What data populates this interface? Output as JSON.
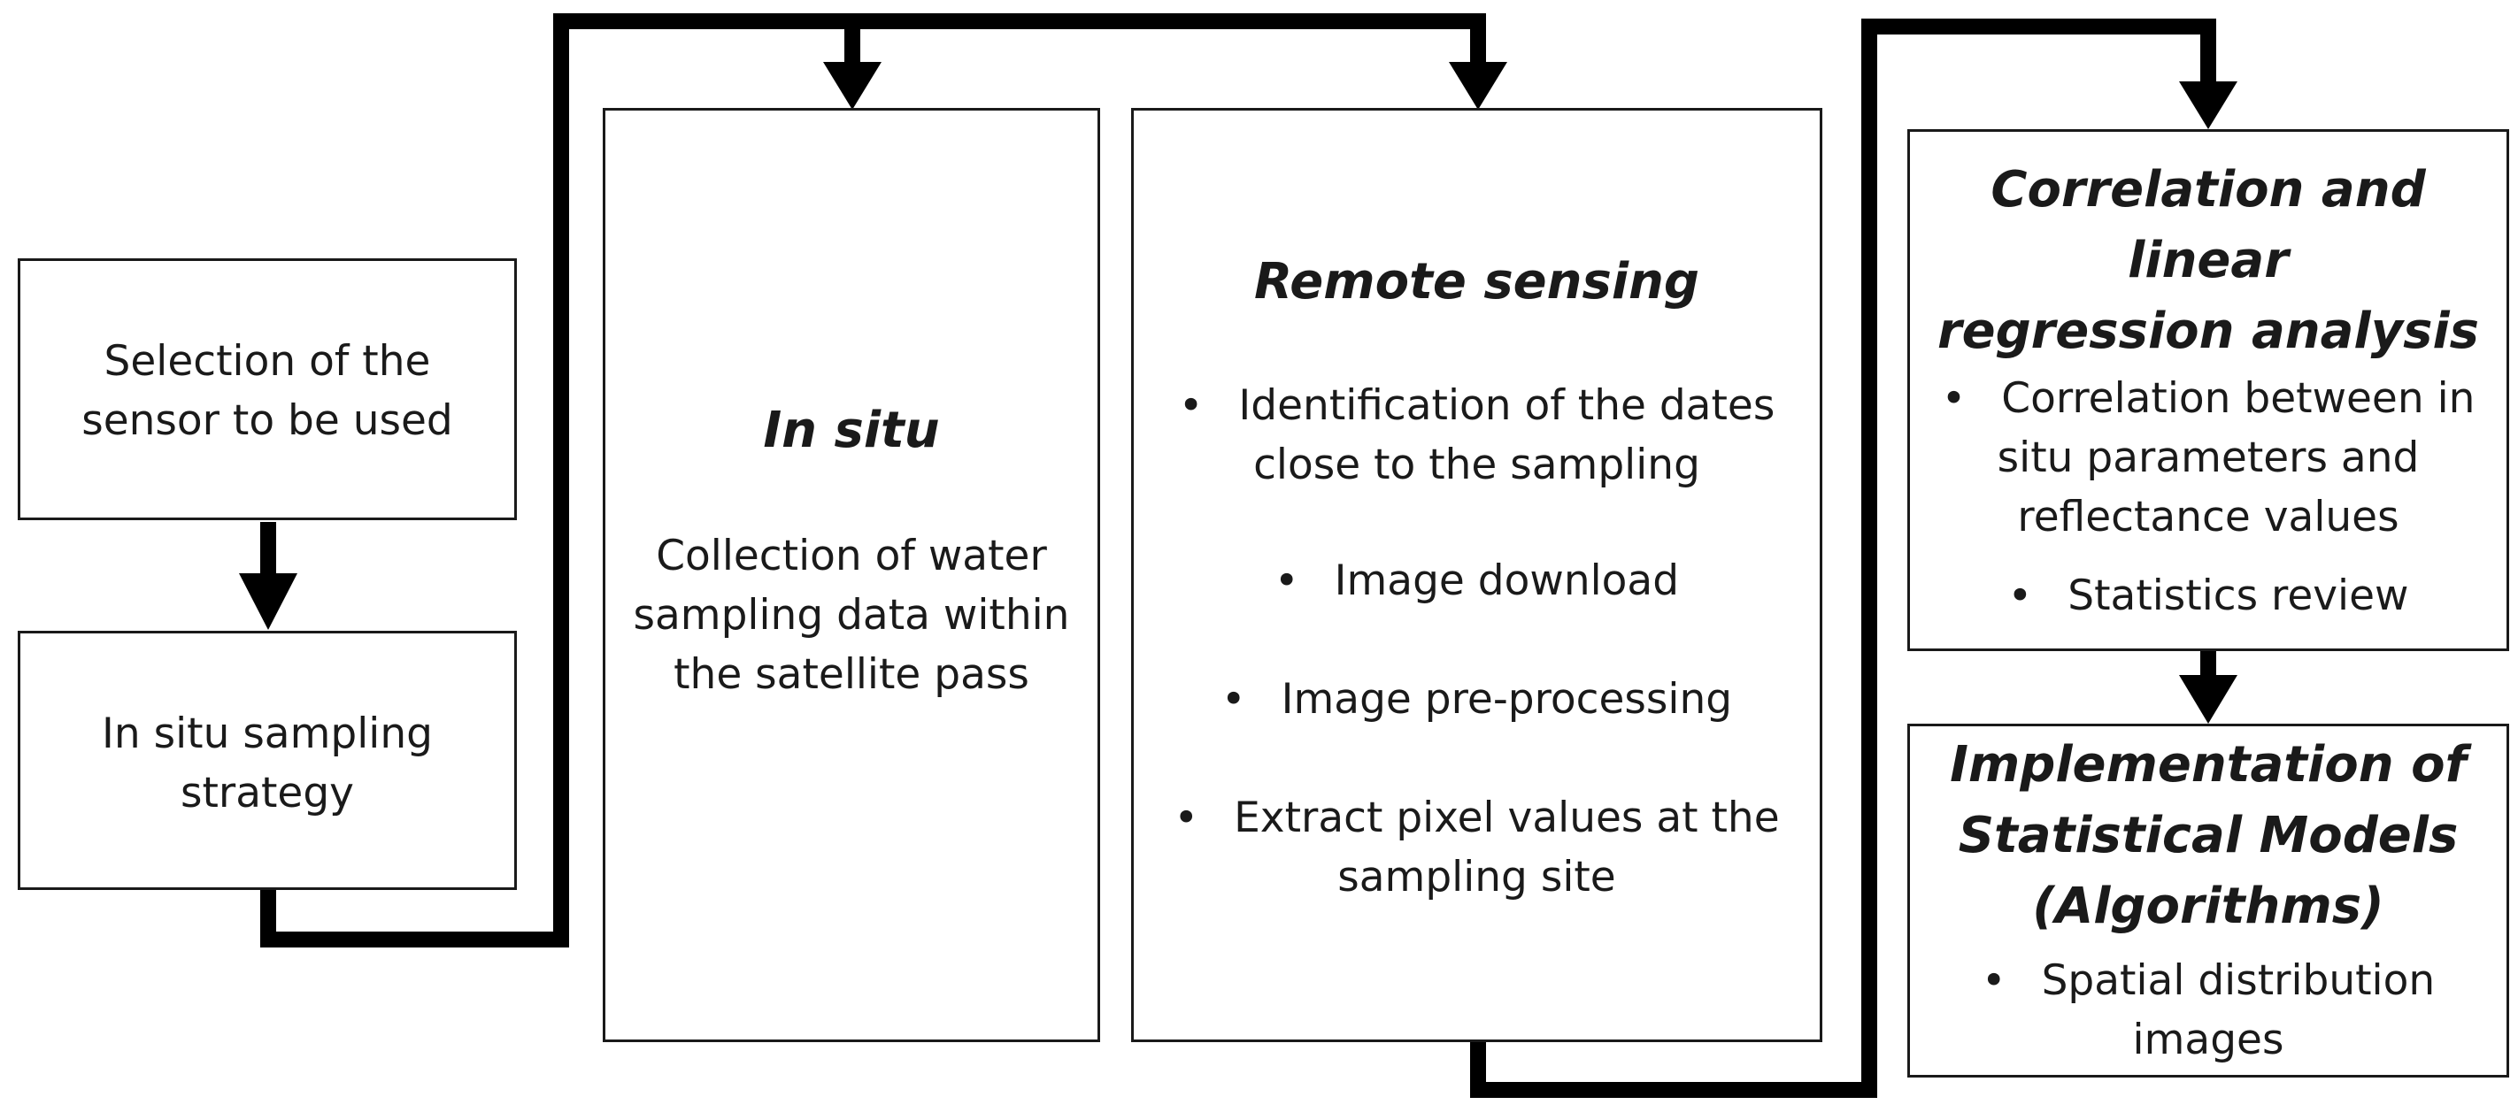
{
  "colors": {
    "stroke": "#000000",
    "text": "#1a1a1a",
    "background": "#ffffff"
  },
  "box_sensor": {
    "text_lines": [
      "Selection of the",
      "sensor to be used"
    ]
  },
  "box_strategy": {
    "text_lines": [
      "In situ sampling",
      "strategy"
    ]
  },
  "box_insitu": {
    "title": "In situ",
    "text_lines": [
      "Collection of water",
      "sampling data within",
      "the satellite pass"
    ]
  },
  "box_remote": {
    "title": "Remote sensing",
    "bullets": [
      {
        "lines": [
          "Identification of the dates",
          "close to the sampling"
        ]
      },
      {
        "lines": [
          "Image download"
        ]
      },
      {
        "lines": [
          "Image pre-processing"
        ]
      },
      {
        "lines": [
          "Extract pixel values at the",
          "sampling site"
        ]
      }
    ],
    "bullet_symbol": "•"
  },
  "box_correlation": {
    "title_lines": [
      "Correlation and linear",
      "regression analysis"
    ],
    "bullets": [
      {
        "lines": [
          "Correlation between in",
          "situ parameters and",
          "reflectance values"
        ]
      },
      {
        "lines": [
          "Statistics review"
        ]
      }
    ],
    "bullet_symbol": "•"
  },
  "box_models": {
    "title_lines": [
      "Implementation of",
      "Statistical Models",
      "(Algorithms)"
    ],
    "bullets": [
      {
        "lines": [
          "Spatial distribution",
          "images"
        ]
      }
    ],
    "bullet_symbol": "•"
  }
}
